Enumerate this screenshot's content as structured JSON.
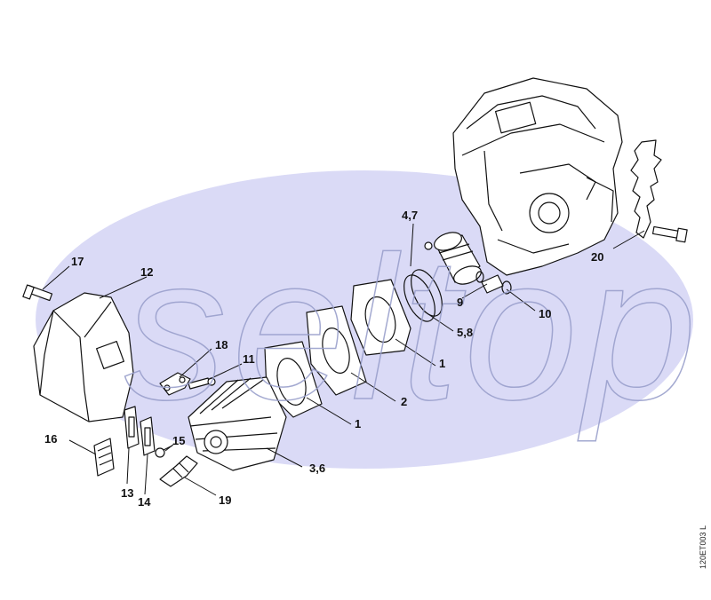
{
  "watermark": {
    "text": "seltop",
    "color": "#c9cbf0"
  },
  "reference_code": "120ET003 L",
  "callouts": [
    {
      "id": "17",
      "text": "17"
    },
    {
      "id": "12",
      "text": "12"
    },
    {
      "id": "18",
      "text": "18"
    },
    {
      "id": "11",
      "text": "11"
    },
    {
      "id": "16",
      "text": "16"
    },
    {
      "id": "15",
      "text": "15"
    },
    {
      "id": "13",
      "text": "13"
    },
    {
      "id": "14",
      "text": "14"
    },
    {
      "id": "19",
      "text": "19"
    },
    {
      "id": "3-6",
      "text": "3,6"
    },
    {
      "id": "1a",
      "text": "1"
    },
    {
      "id": "2",
      "text": "2"
    },
    {
      "id": "1b",
      "text": "1"
    },
    {
      "id": "5-8",
      "text": "5,8"
    },
    {
      "id": "9",
      "text": "9"
    },
    {
      "id": "10",
      "text": "10"
    },
    {
      "id": "4-7",
      "text": "4,7"
    },
    {
      "id": "20",
      "text": "20"
    }
  ]
}
